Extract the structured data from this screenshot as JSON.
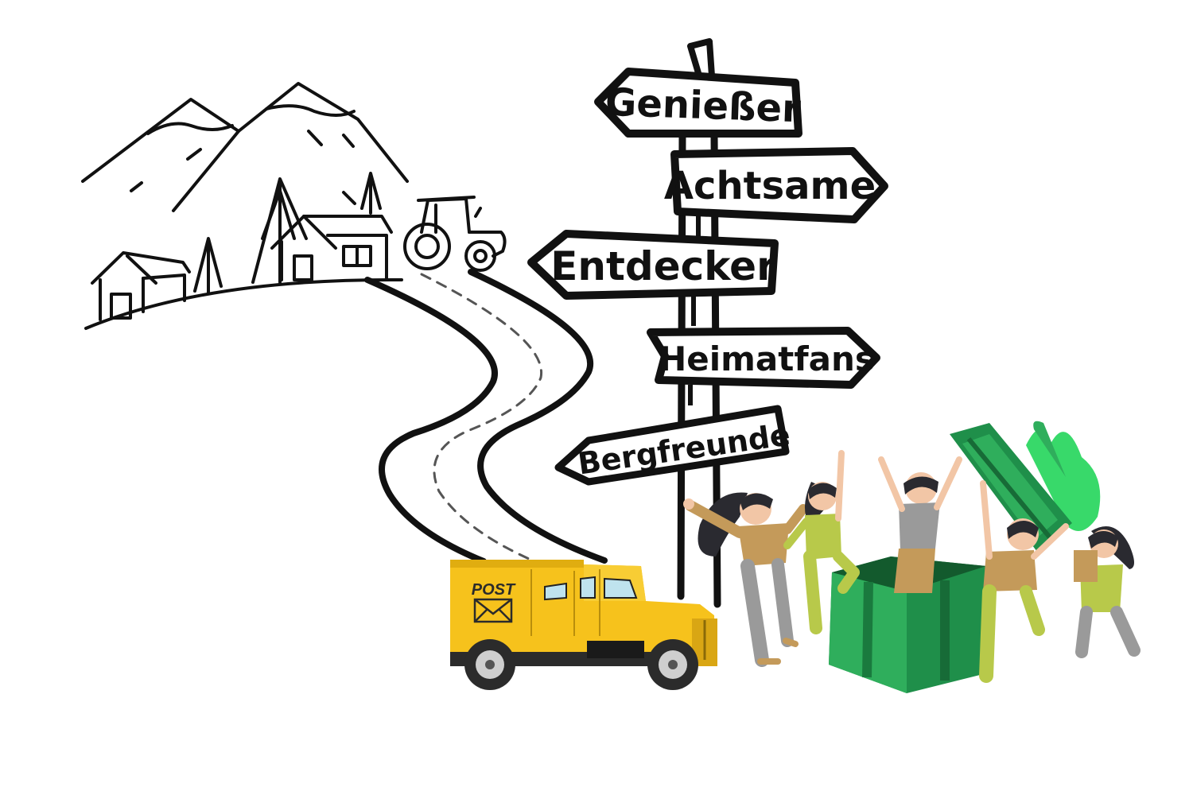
{
  "signpost": {
    "signs": [
      {
        "label": "Genießer"
      },
      {
        "label": "Achtsame"
      },
      {
        "label": "Entdecker"
      },
      {
        "label": "Heimatfans"
      },
      {
        "label": "Bergfreunde"
      }
    ]
  },
  "truck": {
    "label": "POST"
  },
  "icons": [
    "mountains",
    "houses",
    "pine-trees",
    "tractor",
    "road",
    "signpost",
    "post-truck",
    "gift-box",
    "celebrating-people",
    "envelope"
  ],
  "colors": {
    "line": "#111111",
    "truck_yellow": "#f6c21c",
    "gift_green": "#1f8f4a",
    "gift_green_light": "#2fae5c",
    "skin": "#f2c6a6",
    "shirt_tan": "#c49a5a",
    "shirt_lime": "#b8c94a",
    "pants_gray": "#9a9a9a",
    "hair": "#2a2a30"
  }
}
